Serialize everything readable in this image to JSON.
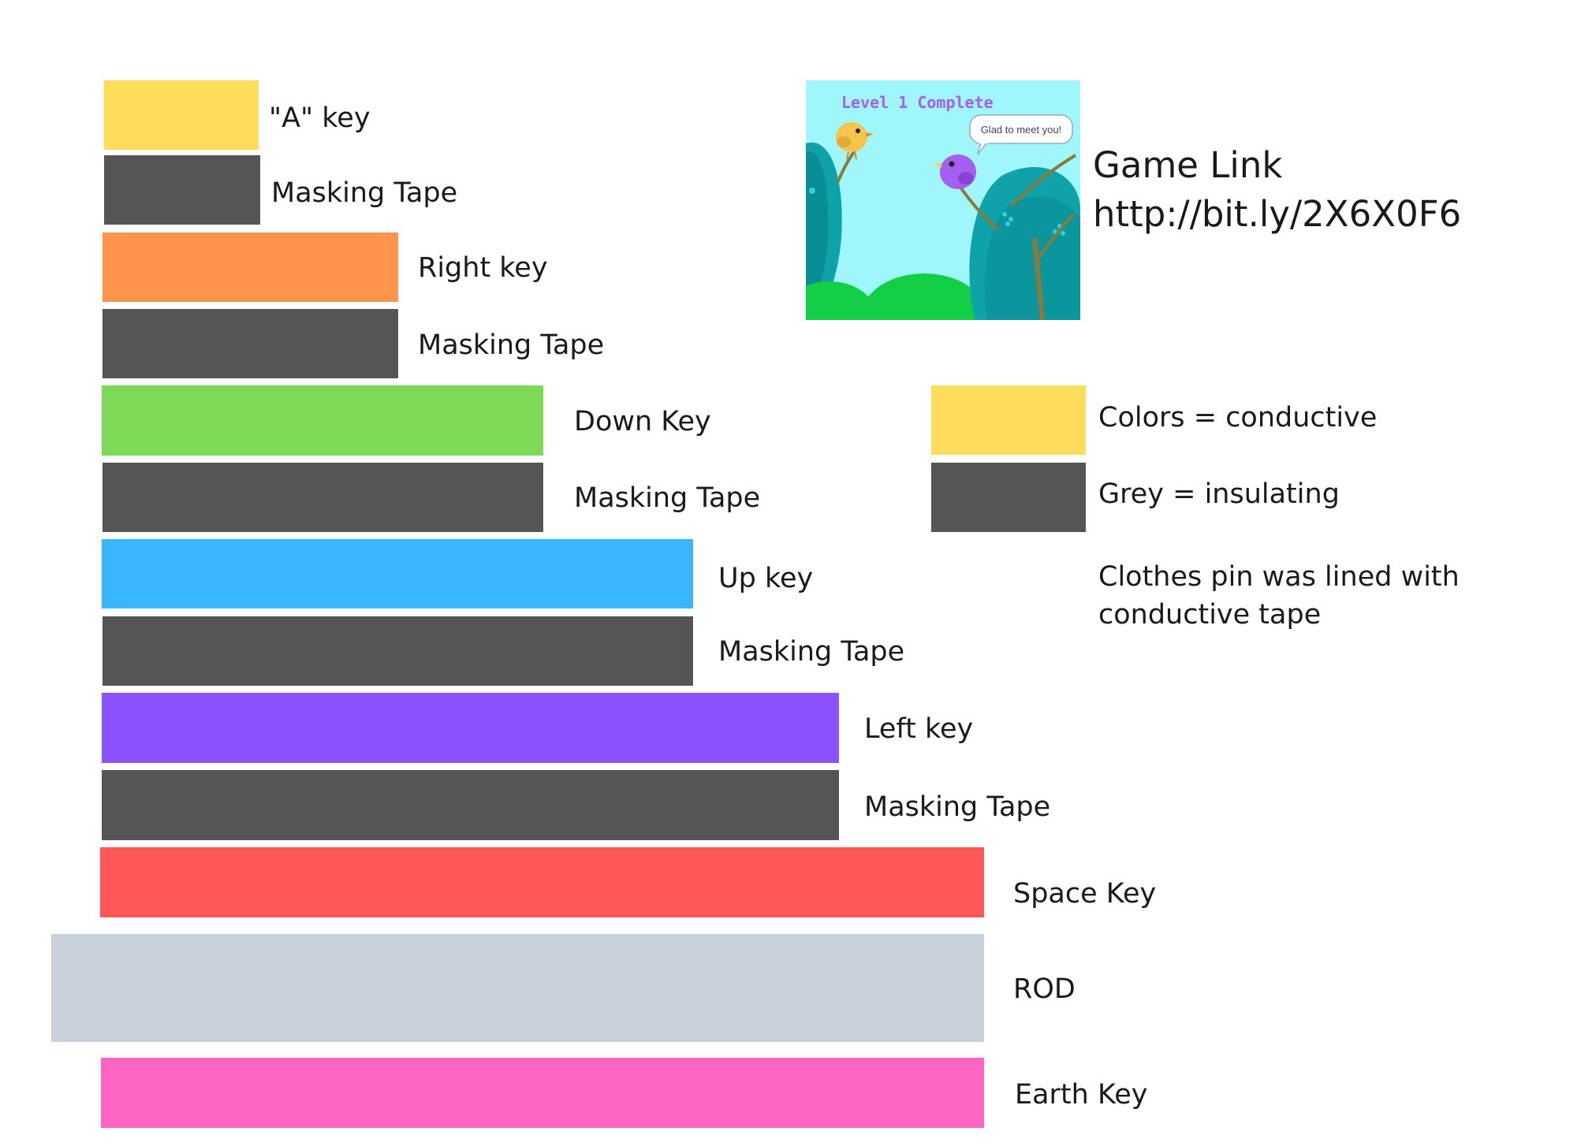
{
  "stack": [
    {
      "label": "\"A\" key",
      "color": "#ffdc5a"
    },
    {
      "label": "Masking Tape",
      "color": "#555555"
    },
    {
      "label": "Right key",
      "color": "#ff944d"
    },
    {
      "label": "Masking Tape",
      "color": "#555555"
    },
    {
      "label": "Down Key",
      "color": "#7ed957"
    },
    {
      "label": "Masking Tape",
      "color": "#555555"
    },
    {
      "label": "Up key",
      "color": "#38b6ff"
    },
    {
      "label": "Masking Tape",
      "color": "#555555"
    },
    {
      "label": "Left key",
      "color": "#8c52ff"
    },
    {
      "label": "Masking Tape",
      "color": "#555555"
    },
    {
      "label": "Space Key",
      "color": "#ff5757"
    },
    {
      "label": "ROD",
      "color": "#c9d1db"
    },
    {
      "label": "Earth Key",
      "color": "#ff66c4"
    }
  ],
  "game": {
    "title": "Game Link",
    "url": "http://bit.ly/2X6X0F6",
    "screenshot": {
      "banner": "Level 1 Complete",
      "speech": "Glad to meet you!"
    }
  },
  "legend": {
    "color_text": "Colors = conductive",
    "grey_text": "Grey = insulating",
    "color_swatch": "#ffdc5a",
    "grey_swatch": "#555555",
    "note": "Clothes pin was lined with conductive tape"
  }
}
